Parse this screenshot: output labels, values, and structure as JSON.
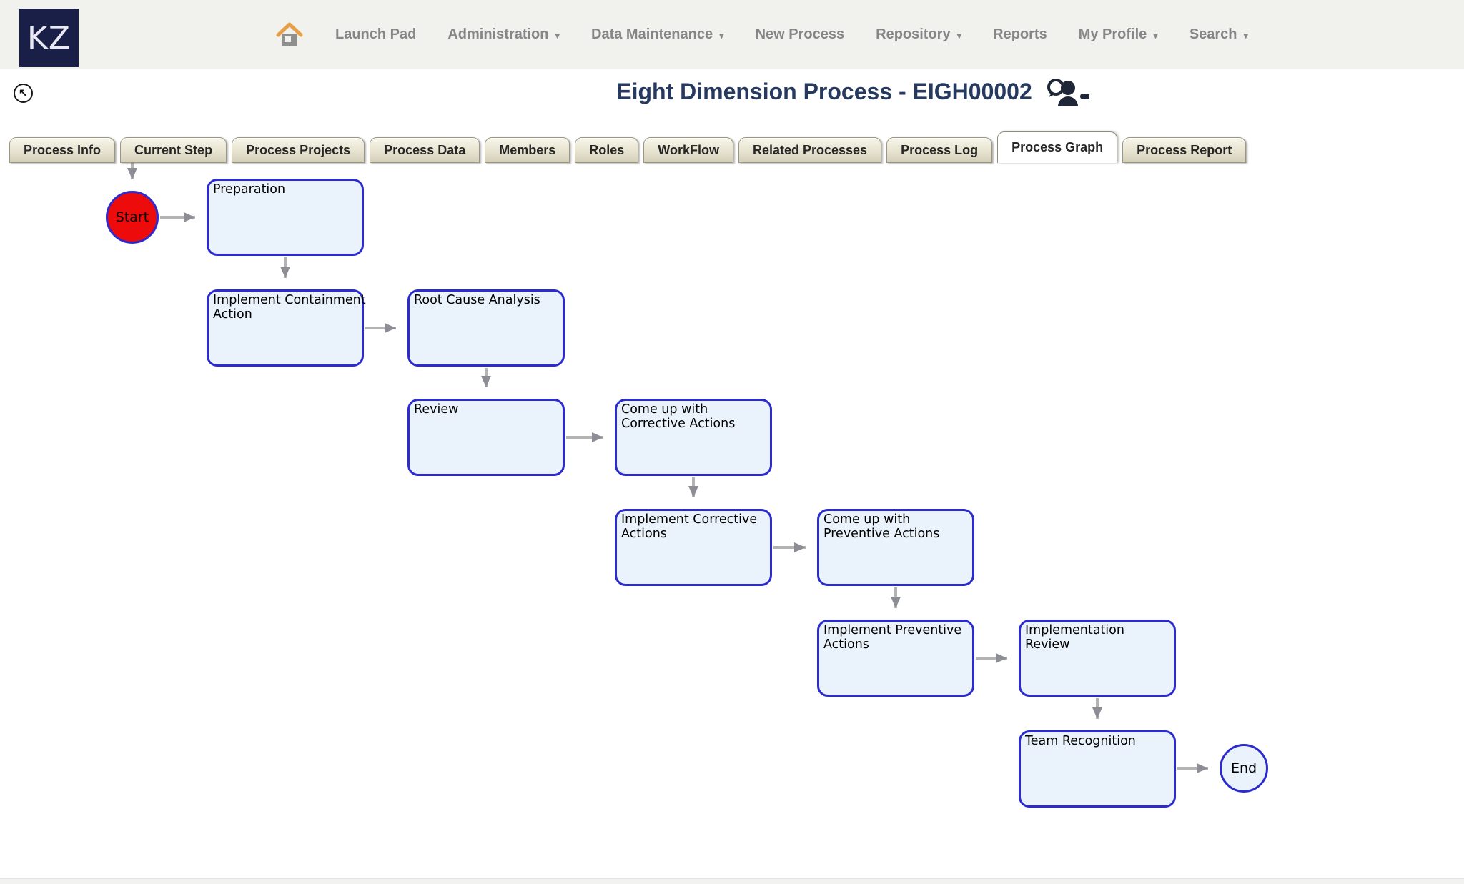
{
  "logo": {
    "text": "KZ"
  },
  "nav": {
    "items": [
      {
        "label": "Launch Pad",
        "caret": false
      },
      {
        "label": "Administration",
        "caret": true
      },
      {
        "label": "Data Maintenance",
        "caret": true
      },
      {
        "label": "New Process",
        "caret": false
      },
      {
        "label": "Repository",
        "caret": true
      },
      {
        "label": "Reports",
        "caret": false
      },
      {
        "label": "My Profile",
        "caret": true
      },
      {
        "label": "Search",
        "caret": true
      }
    ]
  },
  "icons": {
    "caret": "▾",
    "back_arrow": "↖"
  },
  "header": {
    "title": "Eight Dimension Process - EIGH00002"
  },
  "tabs": [
    {
      "label": "Process Info",
      "active": false
    },
    {
      "label": "Current Step",
      "active": false
    },
    {
      "label": "Process Projects",
      "active": false
    },
    {
      "label": "Process Data",
      "active": false
    },
    {
      "label": "Members",
      "active": false
    },
    {
      "label": "Roles",
      "active": false
    },
    {
      "label": "WorkFlow",
      "active": false
    },
    {
      "label": "Related Processes",
      "active": false
    },
    {
      "label": "Process Log",
      "active": false
    },
    {
      "label": "Process Graph",
      "active": true
    },
    {
      "label": "Process Report",
      "active": false
    }
  ],
  "graph": {
    "start_label": "Start",
    "end_label": "End",
    "nodes": [
      {
        "label": "Preparation"
      },
      {
        "label": "Implement Containment\nAction"
      },
      {
        "label": "Root Cause Analysis"
      },
      {
        "label": "Review"
      },
      {
        "label": "Come up with\nCorrective Actions"
      },
      {
        "label": "Implement Corrective\nActions"
      },
      {
        "label": "Come up with\nPreventive Actions"
      },
      {
        "label": "Implement Preventive\nActions"
      },
      {
        "label": "Implementation\nReview"
      },
      {
        "label": "Team Recognition"
      }
    ]
  },
  "colors": {
    "navbar_bg": "#f1f1ee",
    "logo_bg": "#191f47",
    "title": "#26395e",
    "nav_text": "#868686",
    "tab_bg": "#e7e3d0",
    "node_border": "#2b2bd0",
    "node_fill": "#eaf3fc",
    "start_fill": "#ee0b0b",
    "arrow": "#b3b3b3",
    "home_roof": "#e79f47"
  }
}
